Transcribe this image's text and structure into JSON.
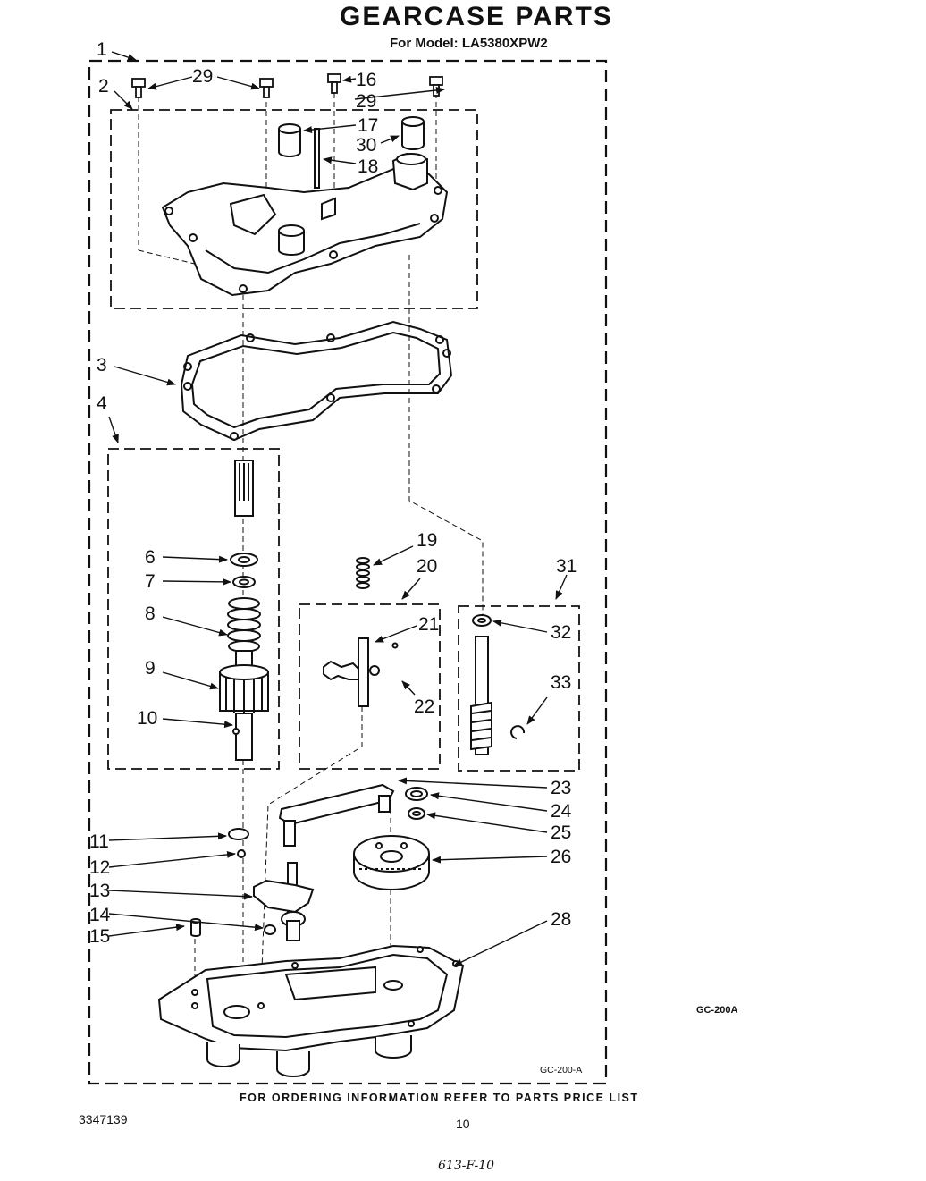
{
  "header": {
    "title": "GEARCASE PARTS",
    "subtitle": "For Model: LA5380XPW2"
  },
  "footer": {
    "notice": "FOR ORDERING INFORMATION REFER TO PARTS PRICE LIST",
    "doc_number": "3347139",
    "page_number": "10",
    "handwritten": "613-F-10"
  },
  "figure_codes": {
    "side": "GC-200A",
    "inner": "GC-200-A"
  },
  "callouts": {
    "c1": "1",
    "c2": "2",
    "c3": "3",
    "c4": "4",
    "c6": "6",
    "c7": "7",
    "c8": "8",
    "c9": "9",
    "c10": "10",
    "c11": "11",
    "c12": "12",
    "c13": "13",
    "c14": "14",
    "c15": "15",
    "c16": "16",
    "c17": "17",
    "c18": "18",
    "c19": "19",
    "c20": "20",
    "c21": "21",
    "c22": "22",
    "c23": "23",
    "c24": "24",
    "c25": "25",
    "c26": "26",
    "c28": "28",
    "c29a": "29",
    "c29b": "29",
    "c30": "30",
    "c31": "31",
    "c32": "32",
    "c33": "33"
  }
}
